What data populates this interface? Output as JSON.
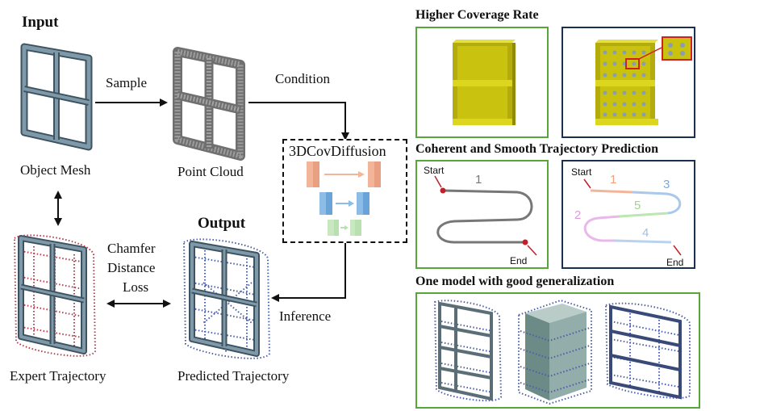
{
  "left": {
    "input_title": "Input",
    "object_mesh": "Object Mesh",
    "sample": "Sample",
    "point_cloud": "Point Cloud",
    "condition": "Condition",
    "model_name": "3DCovDiffusion",
    "output_title": "Output",
    "chamfer_line1": "Chamfer",
    "chamfer_line2": "Distance",
    "chamfer_line3": "Loss",
    "inference": "Inference",
    "expert_trajectory": "Expert Trajectory",
    "predicted_trajectory": "Predicted Trajectory"
  },
  "right": {
    "coverage_title": "Higher Coverage Rate",
    "coherent_title": "Coherent and Smooth Trajectory Prediction",
    "generalization_title": "One model with good generalization",
    "start_label": "Start",
    "end_label": "End",
    "segment_numbers": [
      "1",
      "2",
      "3",
      "4",
      "5"
    ],
    "single_segment": "1"
  },
  "colors": {
    "green_border": "#58a53a",
    "navy_border": "#1b2f4e",
    "shelf_yellow": "#c9c20f",
    "mesh_blue_gray": "#6b8593",
    "expert_dots": "#c0394b",
    "predicted_dots": "#4a5fa8",
    "unet_orange": "#f3b59a",
    "unet_blue": "#8dbce6",
    "unet_green": "#b9e0b0"
  }
}
